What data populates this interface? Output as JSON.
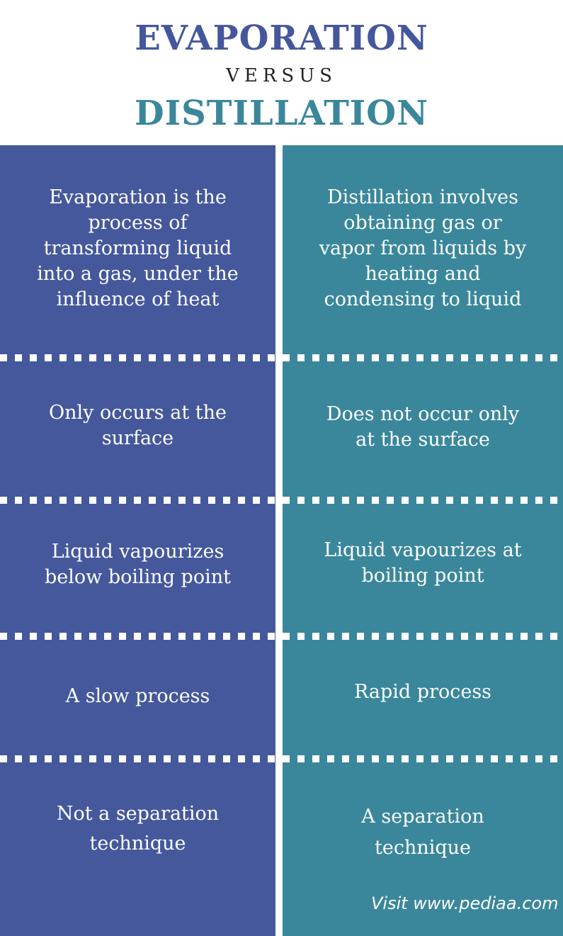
{
  "header": {
    "title_top": "EVAPORATION",
    "versus": "VERSUS",
    "title_bottom": "DISTILLATION"
  },
  "colors": {
    "evaporation": "#45589c",
    "distillation": "#3a879b",
    "title_evaporation": "#45579c",
    "title_distillation": "#3a879b"
  },
  "rows": [
    {
      "evaporation": [
        "Evaporation is the",
        "process of",
        "transforming liquid",
        "into a gas, under the",
        "influence of heat"
      ],
      "distillation": [
        "Distillation involves",
        "obtaining gas or",
        "vapor from liquids by",
        "heating and",
        "condensing to liquid"
      ]
    },
    {
      "evaporation": [
        "Only occurs at the",
        "surface"
      ],
      "distillation": [
        "Does not occur only",
        "at the surface"
      ]
    },
    {
      "evaporation": [
        "Liquid vapourizes",
        "below boiling point"
      ],
      "distillation": [
        "Liquid vapourizes at",
        "boiling point"
      ]
    },
    {
      "evaporation": [
        "A slow process"
      ],
      "distillation": [
        "Rapid process"
      ]
    },
    {
      "evaporation": [
        "Not a separation",
        "technique"
      ],
      "distillation": [
        "A separation",
        "technique"
      ]
    }
  ],
  "watermark": "Visit www.pediaa.com"
}
